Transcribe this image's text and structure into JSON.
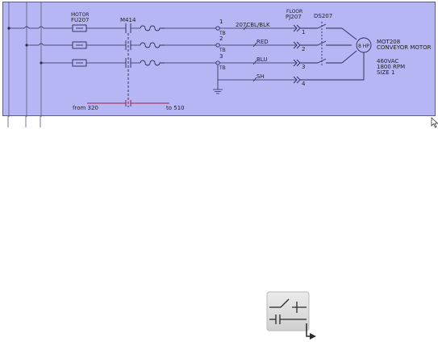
{
  "schematic": {
    "fuse_top_label": "MOTOR",
    "fuse_label": "FU207",
    "contactor_label": "M414",
    "wire_label_1": "207CBL/BLK",
    "wire_label_2": "RED",
    "wire_label_3": "BLU",
    "wire_label_4": "SH",
    "tb_label": "TB",
    "terminal_1": "1",
    "terminal_2": "2",
    "terminal_3": "3",
    "terminal_4": "4",
    "floor_label": "FLOOR",
    "pj_label": "PJ207",
    "ds_label": "DS207",
    "motor_circle_label": "8 HP",
    "motor_tag": "MOT208",
    "motor_name": "CONVEYOR MOTOR",
    "voltage": "460VAC",
    "rpm": "1800 RPM",
    "size": "SIZE 1",
    "from_label": "from 320",
    "to_label": "to 510"
  },
  "colors": {
    "panel_bg": "#b6b6f5",
    "wire": "#2b2b55",
    "xref_red": "#a8204a"
  }
}
